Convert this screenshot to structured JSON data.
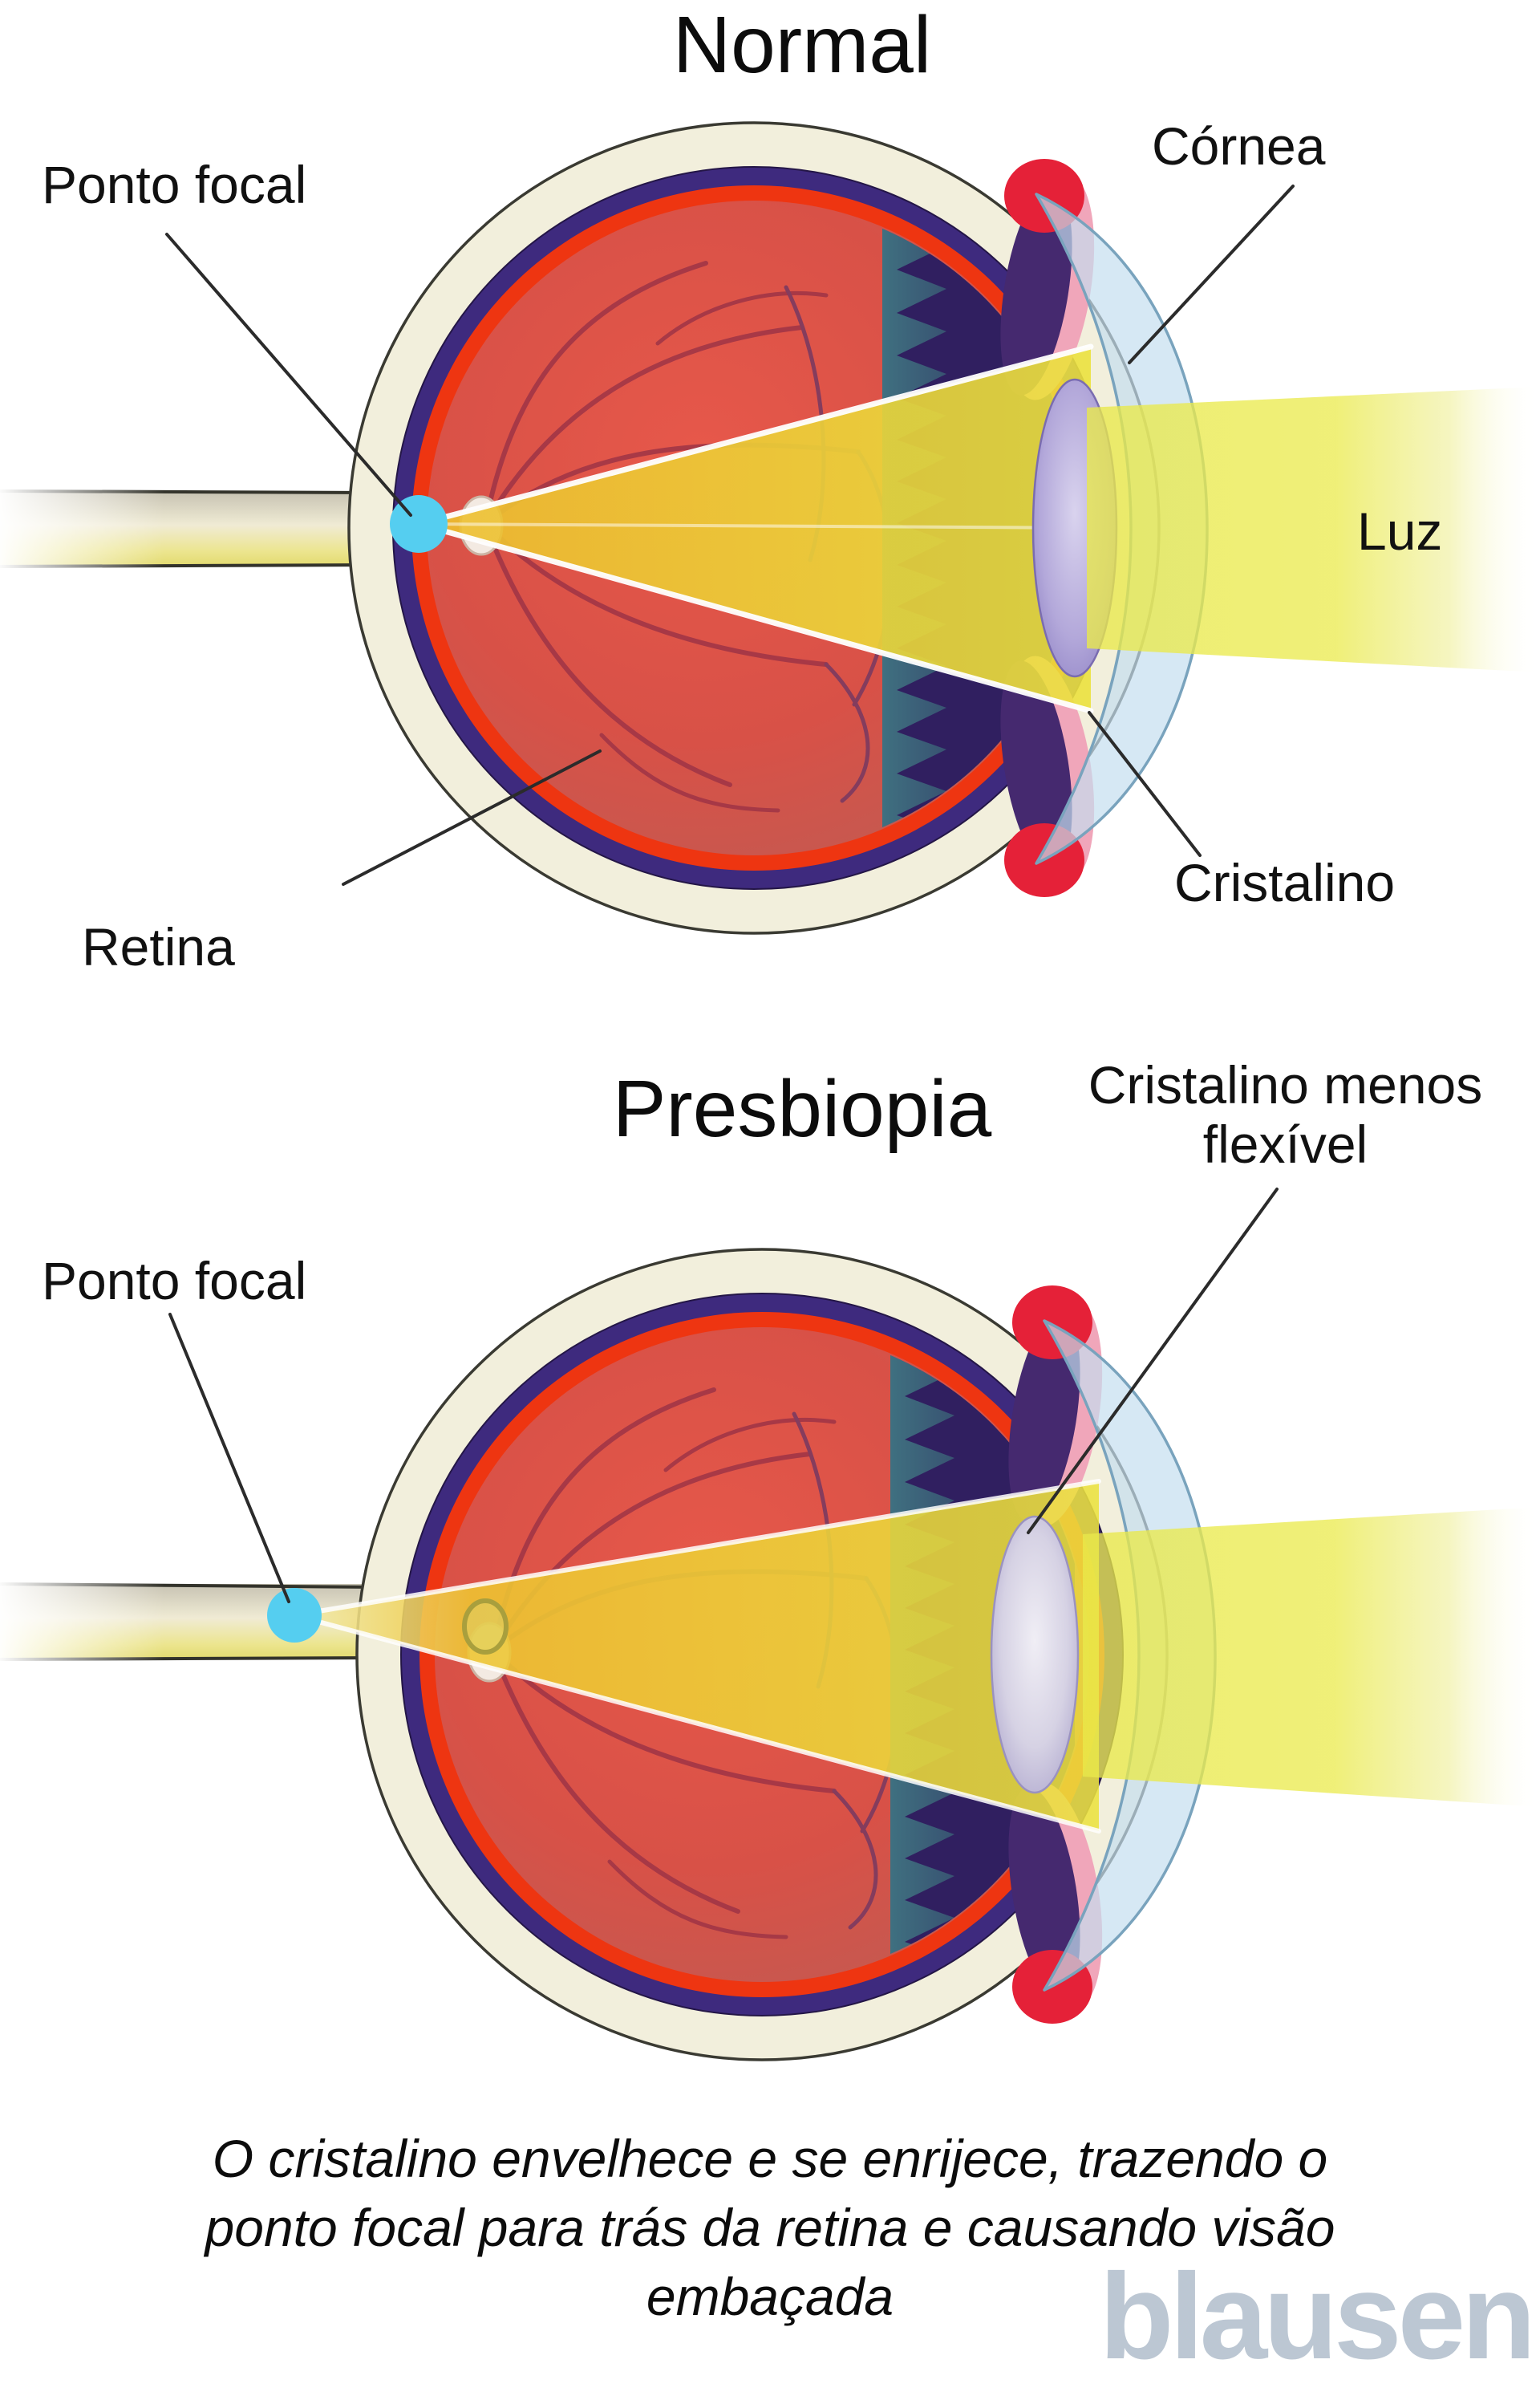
{
  "page": {
    "background": "#ffffff"
  },
  "figure": {
    "panels": [
      {
        "id": "normal",
        "title": "Normal",
        "labels": {
          "ponto_focal": "Ponto focal",
          "cornea": "Córnea",
          "luz": "Luz",
          "retina": "Retina",
          "cristalino": "Cristalino"
        }
      },
      {
        "id": "presbiopia",
        "title": "Presbiopia",
        "labels": {
          "ponto_focal": "Ponto focal",
          "cristalino_menos_flexivel": "Cristalino menos flexível"
        }
      }
    ],
    "caption_lines": [
      "O cristalino envelhece e se enrijece, trazendo o",
      "ponto focal para trás da retina e causando visão",
      "embaçada"
    ],
    "watermark": "blausen",
    "colors": {
      "sclera": "#f2efdc",
      "choroid_ring": "#3e2a7e",
      "retina_rim": "#ee3511",
      "retina_fill": "#d85147",
      "vessels": "#a23646",
      "ciliary_teal": "#3f7080",
      "ciliary_purple": "#301f60",
      "iris_purple": "#45296f",
      "iris_pink": "#f0a6ba",
      "iris_red": "#e52138",
      "lens_normal": "#b3a8da",
      "lens_presbiopia": "#d6d2e4",
      "cornea": "#c4def0",
      "light_beam": "#ebeb4a",
      "beam_cone": "#edbd2e",
      "focal_point": "#55cef0",
      "optic_nerve": "#efead3",
      "label_text": "#111111",
      "watermark": "#bcc7d3"
    }
  }
}
